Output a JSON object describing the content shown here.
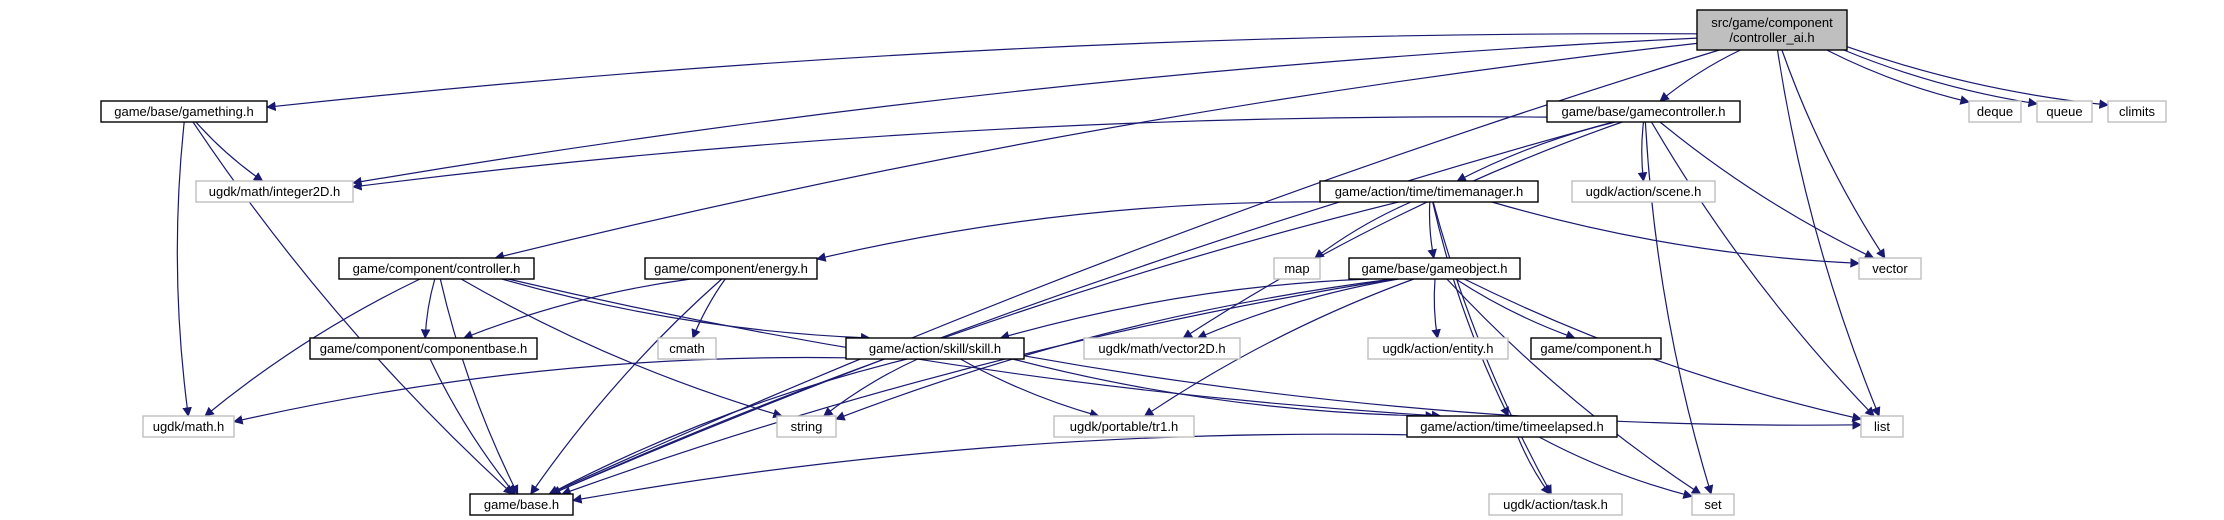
{
  "colors": {
    "edge": "#191970",
    "root_fill": "#bfbfbf",
    "documented_border": "#000000",
    "external_border": "#bfbfbf",
    "text": "#000000"
  },
  "nodes": [
    {
      "id": "root",
      "lines": [
        "src/game/component",
        "/controller_ai.h"
      ],
      "kind": "root"
    },
    {
      "id": "gamething",
      "lines": [
        "game/base/gamething.h"
      ],
      "kind": "documented"
    },
    {
      "id": "gamecontroller",
      "lines": [
        "game/base/gamecontroller.h"
      ],
      "kind": "documented"
    },
    {
      "id": "deque",
      "lines": [
        "deque"
      ],
      "kind": "external"
    },
    {
      "id": "queue",
      "lines": [
        "queue"
      ],
      "kind": "external"
    },
    {
      "id": "climits",
      "lines": [
        "climits"
      ],
      "kind": "external"
    },
    {
      "id": "integer2d",
      "lines": [
        "ugdk/math/integer2D.h"
      ],
      "kind": "external"
    },
    {
      "id": "timemanager",
      "lines": [
        "game/action/time/timemanager.h"
      ],
      "kind": "documented"
    },
    {
      "id": "scene",
      "lines": [
        "ugdk/action/scene.h"
      ],
      "kind": "external"
    },
    {
      "id": "controller",
      "lines": [
        "game/component/controller.h"
      ],
      "kind": "documented"
    },
    {
      "id": "energy",
      "lines": [
        "game/component/energy.h"
      ],
      "kind": "documented"
    },
    {
      "id": "map",
      "lines": [
        "map"
      ],
      "kind": "external"
    },
    {
      "id": "gameobject",
      "lines": [
        "game/base/gameobject.h"
      ],
      "kind": "documented"
    },
    {
      "id": "vector",
      "lines": [
        "vector"
      ],
      "kind": "external"
    },
    {
      "id": "componentbase",
      "lines": [
        "game/component/componentbase.h"
      ],
      "kind": "documented"
    },
    {
      "id": "cmath",
      "lines": [
        "cmath"
      ],
      "kind": "external"
    },
    {
      "id": "skill",
      "lines": [
        "game/action/skill/skill.h"
      ],
      "kind": "documented"
    },
    {
      "id": "vector2d",
      "lines": [
        "ugdk/math/vector2D.h"
      ],
      "kind": "external"
    },
    {
      "id": "entity",
      "lines": [
        "ugdk/action/entity.h"
      ],
      "kind": "external"
    },
    {
      "id": "component",
      "lines": [
        "game/component.h"
      ],
      "kind": "documented"
    },
    {
      "id": "ugdkmath",
      "lines": [
        "ugdk/math.h"
      ],
      "kind": "external"
    },
    {
      "id": "string",
      "lines": [
        "string"
      ],
      "kind": "external"
    },
    {
      "id": "tr1",
      "lines": [
        "ugdk/portable/tr1.h"
      ],
      "kind": "external"
    },
    {
      "id": "timeelapsed",
      "lines": [
        "game/action/time/timeelapsed.h"
      ],
      "kind": "documented"
    },
    {
      "id": "list",
      "lines": [
        "list"
      ],
      "kind": "external"
    },
    {
      "id": "base",
      "lines": [
        "game/base.h"
      ],
      "kind": "documented"
    },
    {
      "id": "task",
      "lines": [
        "ugdk/action/task.h"
      ],
      "kind": "external"
    },
    {
      "id": "set",
      "lines": [
        "set"
      ],
      "kind": "external"
    }
  ],
  "edges": [
    [
      "root",
      "gamething"
    ],
    [
      "root",
      "gamecontroller"
    ],
    [
      "root",
      "deque"
    ],
    [
      "root",
      "queue"
    ],
    [
      "root",
      "climits"
    ],
    [
      "root",
      "integer2d"
    ],
    [
      "root",
      "controller"
    ],
    [
      "root",
      "vector"
    ],
    [
      "root",
      "list"
    ],
    [
      "root",
      "base"
    ],
    [
      "gamething",
      "integer2d"
    ],
    [
      "gamething",
      "ugdkmath"
    ],
    [
      "gamething",
      "base"
    ],
    [
      "gamecontroller",
      "integer2d"
    ],
    [
      "gamecontroller",
      "timemanager"
    ],
    [
      "gamecontroller",
      "scene"
    ],
    [
      "gamecontroller",
      "vector2d"
    ],
    [
      "gamecontroller",
      "vector"
    ],
    [
      "gamecontroller",
      "list"
    ],
    [
      "gamecontroller",
      "set"
    ],
    [
      "gamecontroller",
      "base"
    ],
    [
      "timemanager",
      "map"
    ],
    [
      "timemanager",
      "gameobject"
    ],
    [
      "timemanager",
      "vector"
    ],
    [
      "timemanager",
      "energy"
    ],
    [
      "timemanager",
      "base"
    ],
    [
      "timemanager",
      "timeelapsed"
    ],
    [
      "timemanager",
      "task"
    ],
    [
      "controller",
      "componentbase"
    ],
    [
      "controller",
      "ugdkmath"
    ],
    [
      "controller",
      "string"
    ],
    [
      "controller",
      "skill"
    ],
    [
      "controller",
      "base"
    ],
    [
      "controller",
      "timeelapsed"
    ],
    [
      "energy",
      "componentbase"
    ],
    [
      "energy",
      "cmath"
    ],
    [
      "energy",
      "base"
    ],
    [
      "gameobject",
      "skill"
    ],
    [
      "gameobject",
      "vector2d"
    ],
    [
      "gameobject",
      "entity"
    ],
    [
      "gameobject",
      "component"
    ],
    [
      "gameobject",
      "string"
    ],
    [
      "gameobject",
      "tr1"
    ],
    [
      "gameobject",
      "list"
    ],
    [
      "gameobject",
      "set"
    ],
    [
      "gameobject",
      "base"
    ],
    [
      "componentbase",
      "base"
    ],
    [
      "skill",
      "ugdkmath"
    ],
    [
      "skill",
      "string"
    ],
    [
      "skill",
      "tr1"
    ],
    [
      "skill",
      "timeelapsed"
    ],
    [
      "skill",
      "list"
    ],
    [
      "skill",
      "base"
    ],
    [
      "timeelapsed",
      "base"
    ],
    [
      "timeelapsed",
      "task"
    ],
    [
      "timeelapsed",
      "set"
    ]
  ]
}
